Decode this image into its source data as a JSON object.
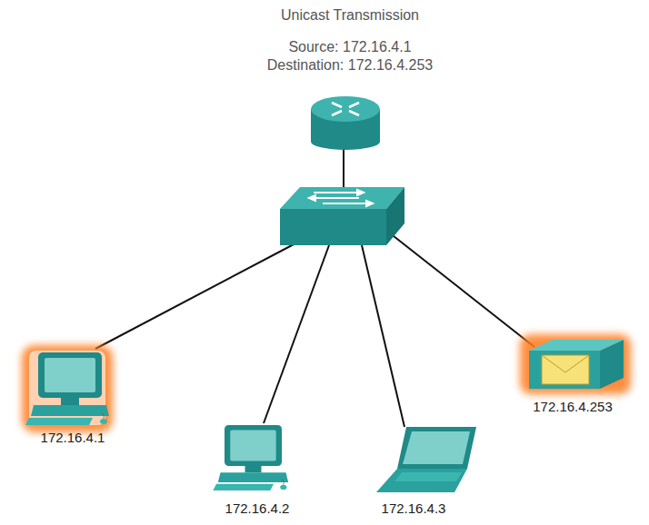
{
  "diagram": {
    "title": "Unicast Transmission",
    "nodes": [
      {
        "text": [
          "172.16.4.1"
        ]
      },
      {
        "text": [
          "172.16.4.2"
        ]
      },
      {
        "text": [
          "172.16.4.3"
        ]
      },
      {
        "text": [
          "172.16.4.253"
        ]
      }
    ],
    "labels": [
      "Source: 172.16.4.1",
      "Destination: 172.16.4.253"
    ]
  }
}
